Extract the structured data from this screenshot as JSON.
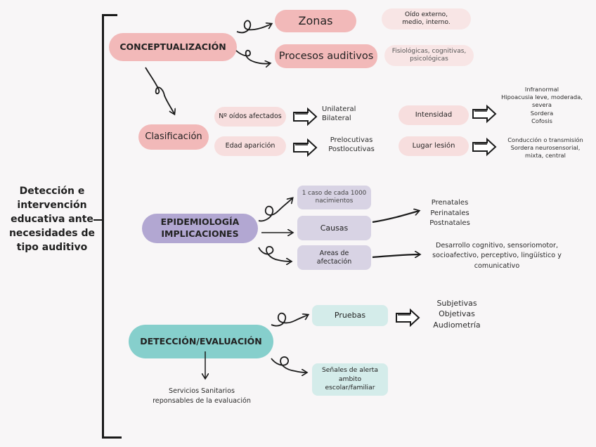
{
  "root": {
    "title": "Detección e intervención educativa ante necesidades de tipo auditivo"
  },
  "colors": {
    "conceptualizacion": "#f2b9b9",
    "conceptualizacion_soft": "#f7dede",
    "epidemiologia": "#b2a7d2",
    "epidemiologia_soft": "#d8d3e4",
    "deteccion": "#86cfcc",
    "deteccion_soft": "#d4ecea",
    "background": "#f8f6f7"
  },
  "conceptualizacion": {
    "label": "CONCEPTUALIZACIÓN",
    "zonas": {
      "label": "Zonas",
      "detail_lines": [
        "Oído externo,",
        "medio, interno."
      ]
    },
    "procesos": {
      "label": "Procesos auditivos",
      "detail_lines": [
        "Fisiológicas, cognitivas,",
        "psicológicas"
      ]
    },
    "clasificacion": {
      "label": "Clasificación",
      "criteria": [
        {
          "label": "Nº oídos afectados",
          "values": [
            "Unilateral",
            "Bilateral"
          ]
        },
        {
          "label": "Edad aparición",
          "values": [
            "Prelocutivas",
            "Postlocutivas"
          ]
        },
        {
          "label": "Intensidad",
          "values": [
            "Infranormal",
            "Hipoacusia leve, moderada,",
            "severa",
            "Sordera",
            "Cofosis"
          ]
        },
        {
          "label": "Lugar lesión",
          "values": [
            "Conducción o transmisión",
            "Sordera neurosensorial,",
            "mixta, central"
          ]
        }
      ]
    }
  },
  "epidemiologia": {
    "label_lines": [
      "EPIDEMIOLOGÍA",
      "IMPLICACIONES"
    ],
    "incidencia": {
      "lines": [
        "1 caso de cada 1000",
        "nacimientos"
      ]
    },
    "causas": {
      "label": "Causas",
      "values": [
        "Prenatales",
        "Perinatales",
        "Postnatales"
      ]
    },
    "areas": {
      "lines": [
        "Areas de",
        "afectación"
      ],
      "values": [
        "Desarrollo cognitivo, sensoriomotor,",
        "socioafectivo, perceptivo, lingüístico y",
        "comunicativo"
      ]
    }
  },
  "deteccion": {
    "label": "DETECCIÓN/EVALUACIÓN",
    "pruebas": {
      "label": "Pruebas",
      "values": [
        "Subjetivas",
        "Objetivas",
        "Audiometría"
      ]
    },
    "senales": {
      "lines": [
        "Señales de alerta",
        "ambito",
        "escolar/familiar"
      ]
    },
    "servicios": {
      "lines": [
        "Servicios Sanitarios",
        "reponsables de la evaluación"
      ]
    }
  }
}
